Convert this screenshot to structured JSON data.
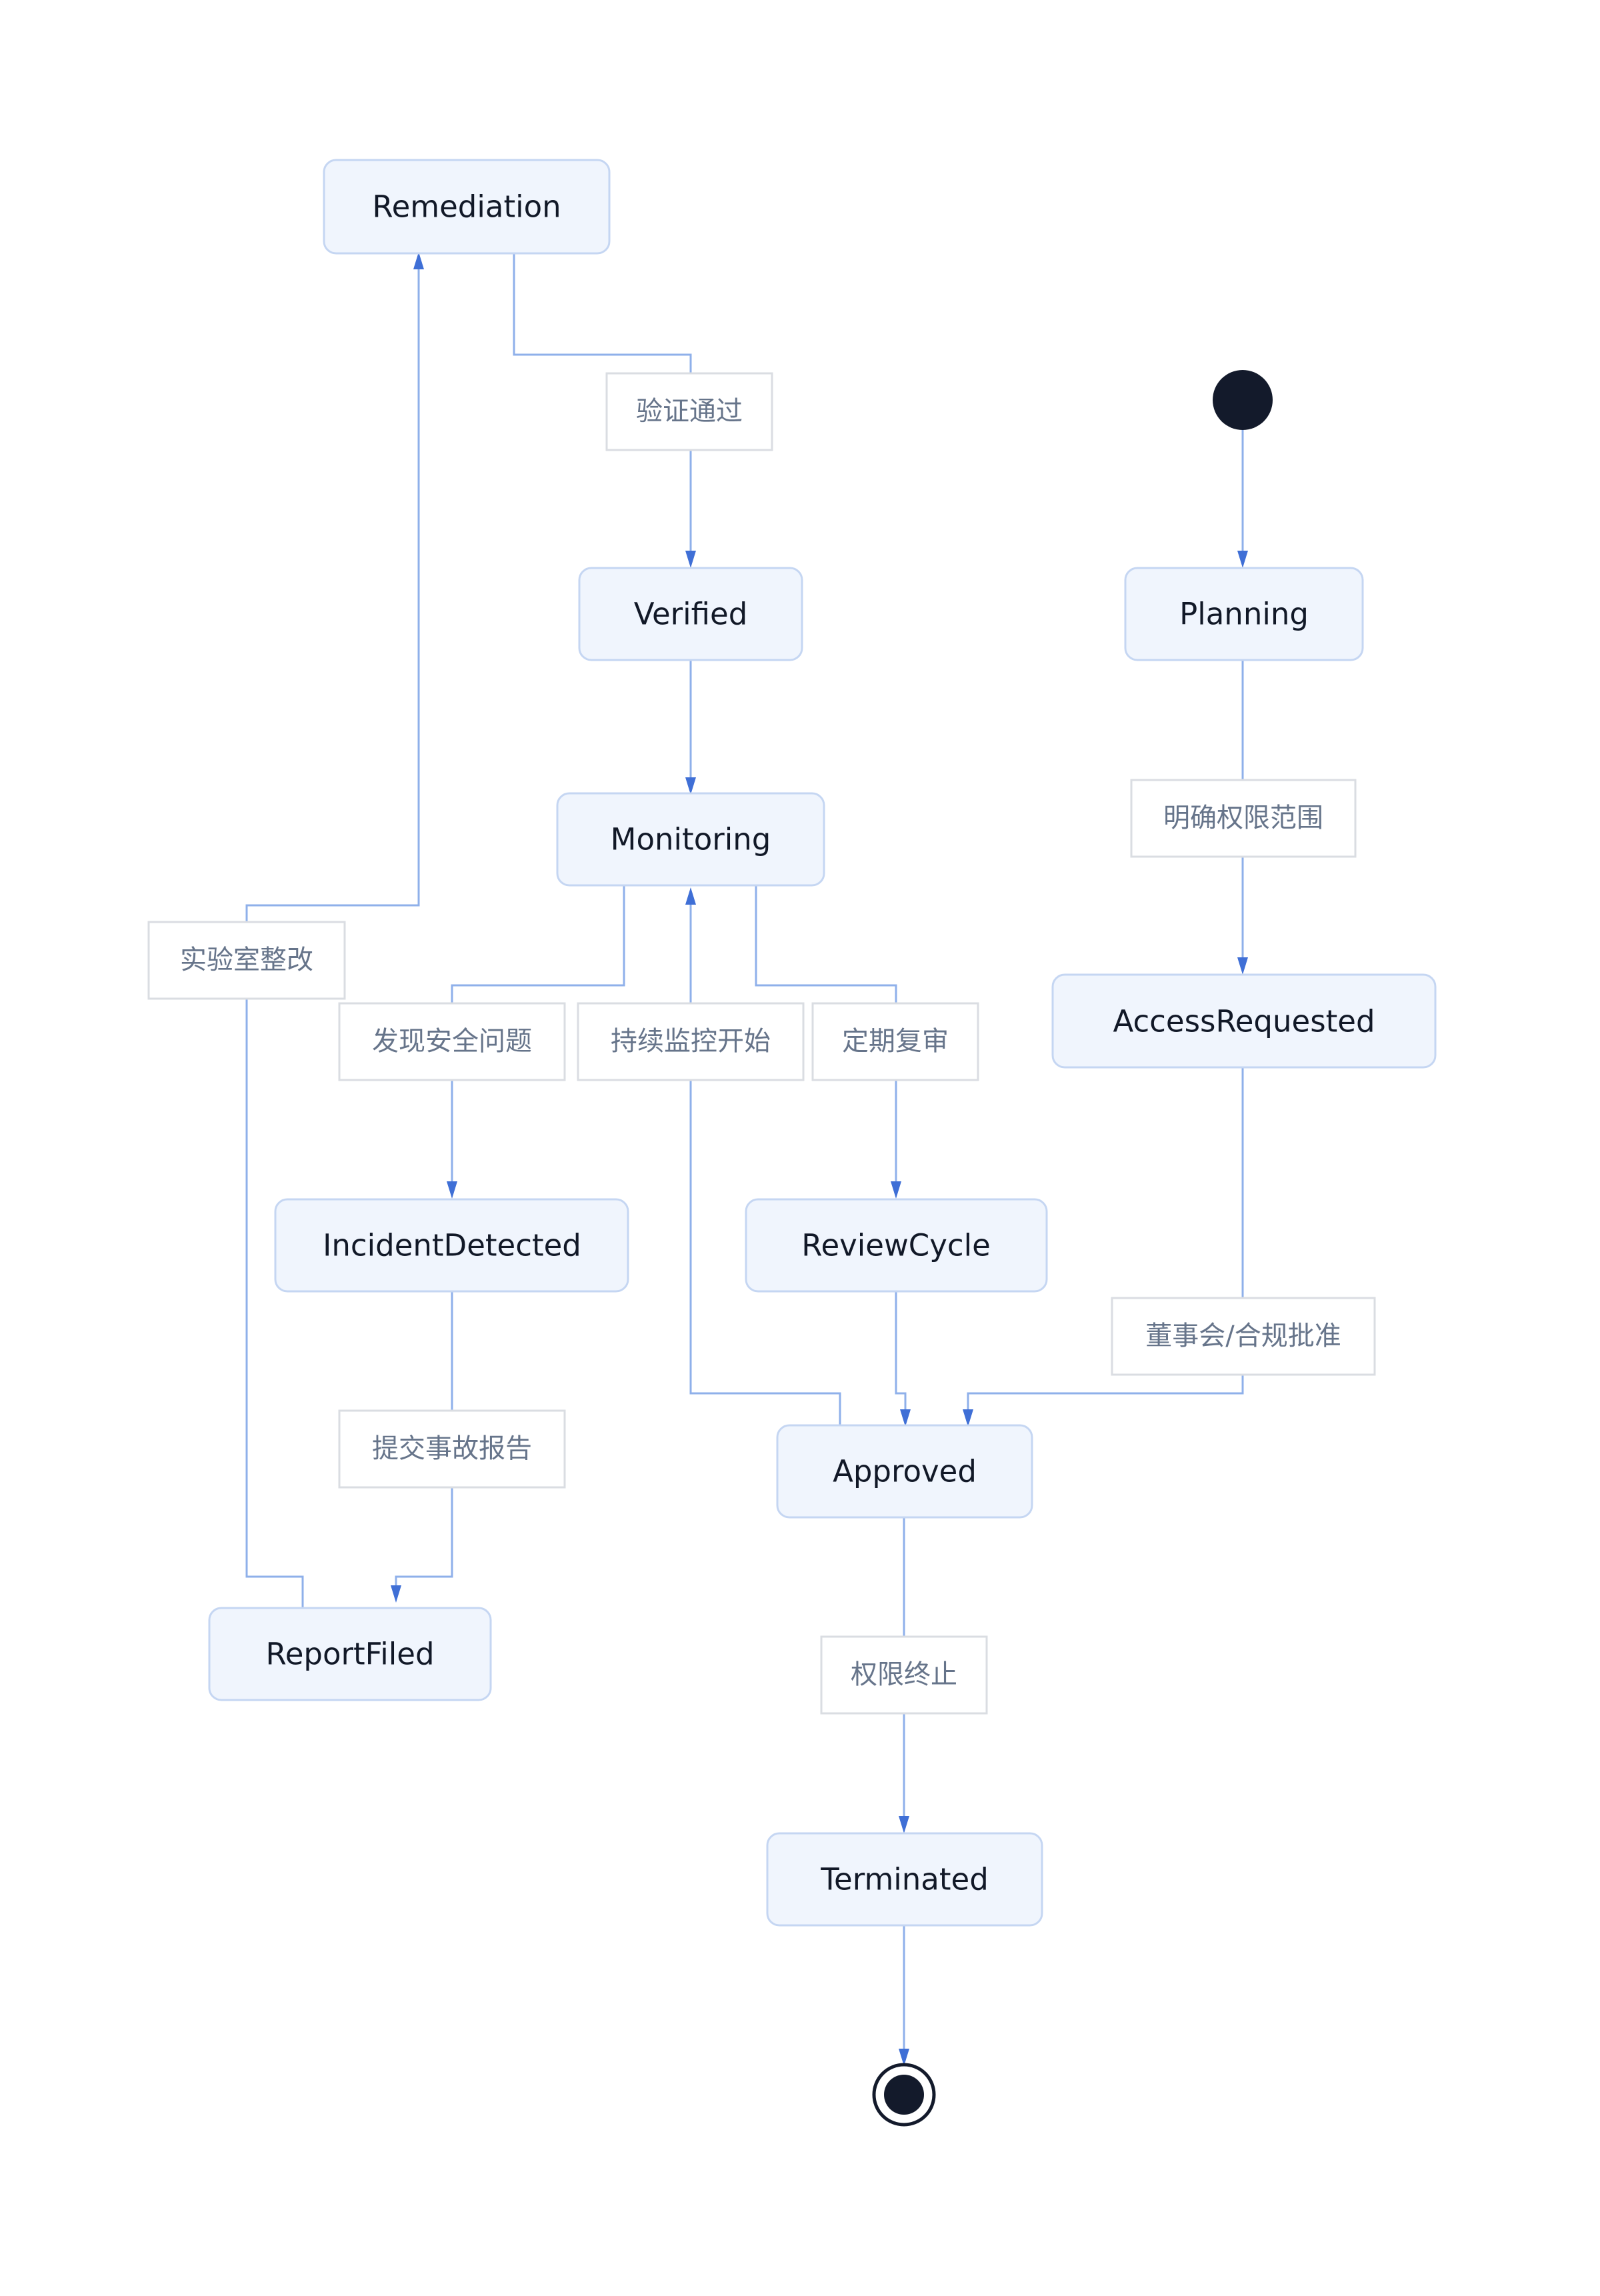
{
  "diagram": {
    "type": "state-diagram",
    "colors": {
      "state_fill": "#f0f5fd",
      "state_border": "#c5d6f2",
      "state_text": "#111827",
      "label_fill": "#ffffff",
      "label_border": "#dadde2",
      "label_text": "#66748a",
      "edge": "#8fb0ea",
      "arrowhead": "#3f6fd6",
      "terminal": "#131a2b"
    },
    "states": {
      "remediation": "Remediation",
      "verified": "Verified",
      "planning": "Planning",
      "monitoring": "Monitoring",
      "access_requested": "AccessRequested",
      "incident_detected": "IncidentDetected",
      "review_cycle": "ReviewCycle",
      "approved": "Approved",
      "report_filed": "ReportFiled",
      "terminated": "Terminated"
    },
    "transitions": {
      "verification_passed": "验证通过",
      "clarify_scope": "明确权限范围",
      "lab_remediation": "实验室整改",
      "security_issue_found": "发现安全问题",
      "continuous_monitoring_start": "持续监控开始",
      "periodic_review": "定期复审",
      "board_compliance_approval": "董事会/合规批准",
      "submit_incident_report": "提交事故报告",
      "access_terminated": "权限终止"
    }
  }
}
